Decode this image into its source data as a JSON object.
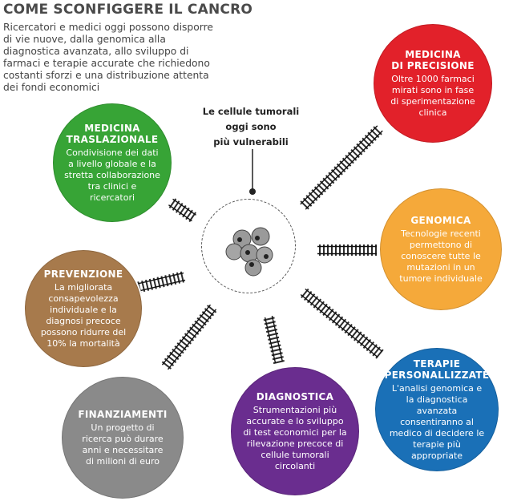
{
  "title": "COME SCONFIGGERE IL CANCRO",
  "intro": "Ricercatori e medici oggi possono disporre di vie nuove, dalla genomica alla diagnostica avanzata, allo sviluppo di farmaci e terapie accurate che richiedono costanti sforzi e una distribuzione attenta dei fondi economici",
  "center": {
    "label_line1": "Le cellule tumorali",
    "label_line2": "oggi sono",
    "label_line3": "più vulnerabili"
  },
  "nodes": [
    {
      "id": "precisione",
      "title_line1": "MEDICINA",
      "title_line2": "DI PRECISIONE",
      "body": "Oltre 1000 farmaci mirati sono in fase di sperimentazione clinica",
      "color": "#e2212a"
    },
    {
      "id": "traslazionale",
      "title_line1": "MEDICINA",
      "title_line2": "TRASLAZIONALE",
      "body": "Condivisione dei dati a livello globale e la stretta collaborazione tra clinici e ricercatori",
      "color": "#37a436"
    },
    {
      "id": "genomica",
      "title_line1": "GENOMICA",
      "title_line2": "",
      "body": "Tecnologie recenti permettono di conoscere tutte le mutazioni in un tumore individuale",
      "color": "#f5a93a"
    },
    {
      "id": "prevenzione",
      "title_line1": "PREVENZIONE",
      "title_line2": "",
      "body": "La migliorata consapevolezza individuale e la diagnosi precoce possono ridurre del 10% la mortalità",
      "color": "#a77a4c"
    },
    {
      "id": "terapie",
      "title_line1": "TERAPIE",
      "title_line2": "PERSONALLIZZATE",
      "body": "L'analisi genomica e la diagnostica avanzata consentiranno al medico di decidere le terapie più appropriate",
      "color": "#1a70b7"
    },
    {
      "id": "finanziamenti",
      "title_line1": "FINANZIAMENTI",
      "title_line2": "",
      "body": "Un progetto di ricerca può durare anni e necessitare di milioni di euro",
      "color": "#8a8a8a"
    },
    {
      "id": "diagnostica",
      "title_line1": "DIAGNOSTICA",
      "title_line2": "",
      "body": "Strumentazioni più accurate e lo sviluppo di test economici per la rilevazione precoce di cellule tumorali circolanti",
      "color": "#6a2d8f"
    }
  ]
}
